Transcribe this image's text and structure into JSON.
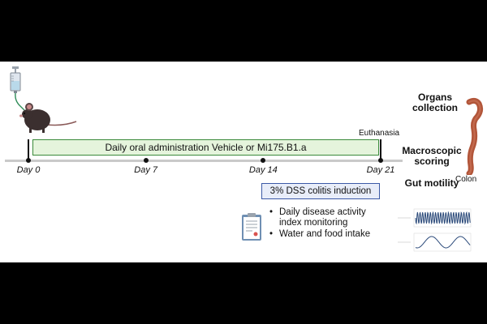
{
  "timeline": {
    "days": [
      {
        "label": "Day 0",
        "day": 0
      },
      {
        "label": "Day 7",
        "day": 7
      },
      {
        "label": "Day 14",
        "day": 14
      },
      {
        "label": "Day 21",
        "day": 21
      }
    ],
    "administration_label": "Daily oral administration Vehicle or Mi175.B1.a",
    "dss_label": "3% DSS colitis induction",
    "euthanasia_label": "Euthanasia"
  },
  "outcomes": {
    "organs": "Organs collection",
    "macroscopic": "Macroscopic scoring",
    "gut_motility": "Gut motility",
    "colon": "Colon"
  },
  "monitoring": {
    "items": [
      "Daily disease activity index monitoring",
      "Water and food intake"
    ]
  },
  "colors": {
    "admin_fill": "#e5f4dc",
    "admin_border": "#3a8a3a",
    "dss_fill": "#e8edf9",
    "dss_border": "#3c5aa6",
    "colon": "#b2563a",
    "mouse": "#3b2f2f",
    "trace": "#2b4a7a"
  },
  "icons": {
    "syringe": "syringe-icon",
    "mouse": "mouse-icon",
    "clipboard": "clipboard-icon",
    "colon": "colon-icon",
    "motility_chart": "motility-chart-icon"
  }
}
